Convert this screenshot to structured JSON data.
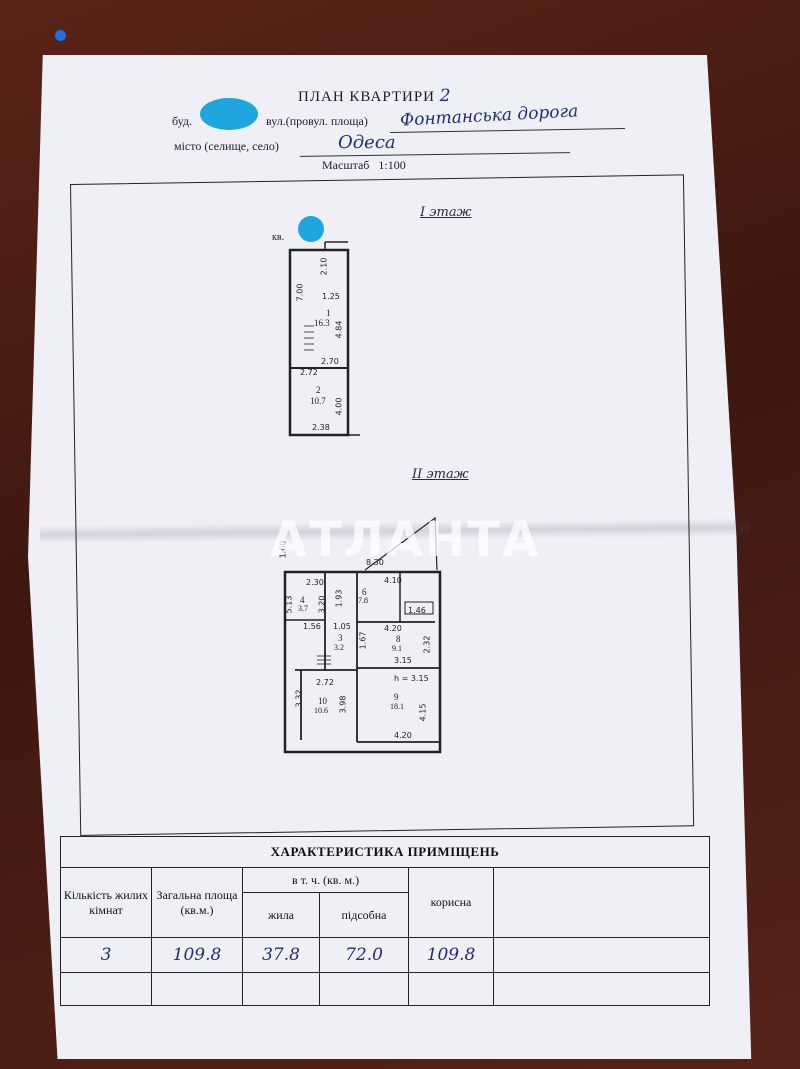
{
  "header": {
    "title": "ПЛАН КВАРТИРИ",
    "title_number": "2",
    "bud_label": "буд.",
    "street_label": "вул.(провул. площа)",
    "street_value": "Фонтанська дорога",
    "city_label": "місто (селище, село)",
    "city_value": "Одеса",
    "scale_label": "Масштаб",
    "scale_value": "1:100"
  },
  "plan": {
    "floor1_label": "I этаж",
    "floor2_label": "II этаж",
    "kv_label": "кв.",
    "rooms_f1": [
      {
        "num": "1",
        "area": "16.3"
      },
      {
        "num": "2",
        "area": "10.7"
      }
    ],
    "dims_f1": [
      "2.10",
      "7.00",
      "1.25",
      "4.84",
      "2.70",
      "2.72",
      "4.00",
      "2.38"
    ],
    "rooms_f2": [
      {
        "num": "4",
        "area": "3.7"
      },
      {
        "num": "6",
        "area": "7.8"
      },
      {
        "num": "3",
        "area": "3.2"
      },
      {
        "num": "8",
        "area": "9.1"
      },
      {
        "num": "10",
        "area": "10.6"
      },
      {
        "num": "9",
        "area": "18.1"
      }
    ],
    "dims_f2": [
      "1.60",
      "8.30",
      "2.30",
      "4.10",
      "5.13",
      "3.20",
      "1.93",
      "1.56",
      "1.05",
      "1.67",
      "4.20",
      "2.32",
      "3.15",
      "2.72",
      "h = 3.15",
      "3.32",
      "3.98",
      "4.15",
      "4.20",
      "1.46"
    ]
  },
  "watermark": "АТЛАНТА",
  "characteristics": {
    "heading": "ХАРАКТЕРИСТИКА ПРИМІЩЕНЬ",
    "col_rooms": "Кількість жилих кімнат",
    "col_total": "Загальна площа (кв.м.)",
    "col_incl": "в т. ч. (кв. м.)",
    "col_living": "жила",
    "col_aux": "підсобна",
    "col_useful": "корисна",
    "val_rooms": "3",
    "val_total": "109.8",
    "val_living": "37.8",
    "val_aux": "72.0",
    "val_useful": "109.8"
  }
}
